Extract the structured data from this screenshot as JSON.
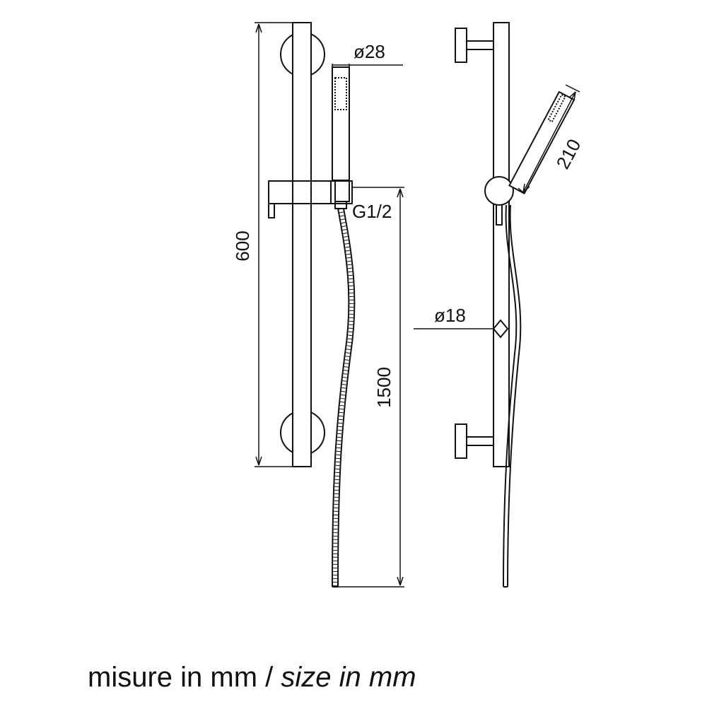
{
  "diagram": {
    "labels": {
      "bar_height": "600",
      "hand_shower_diameter": "ø28",
      "connection_thread": "G1/2",
      "hose_length": "1500",
      "hose_diameter": "ø18",
      "hand_shower_length": "210"
    },
    "caption": {
      "italian": "misure in mm /",
      "english": "size in mm"
    }
  }
}
